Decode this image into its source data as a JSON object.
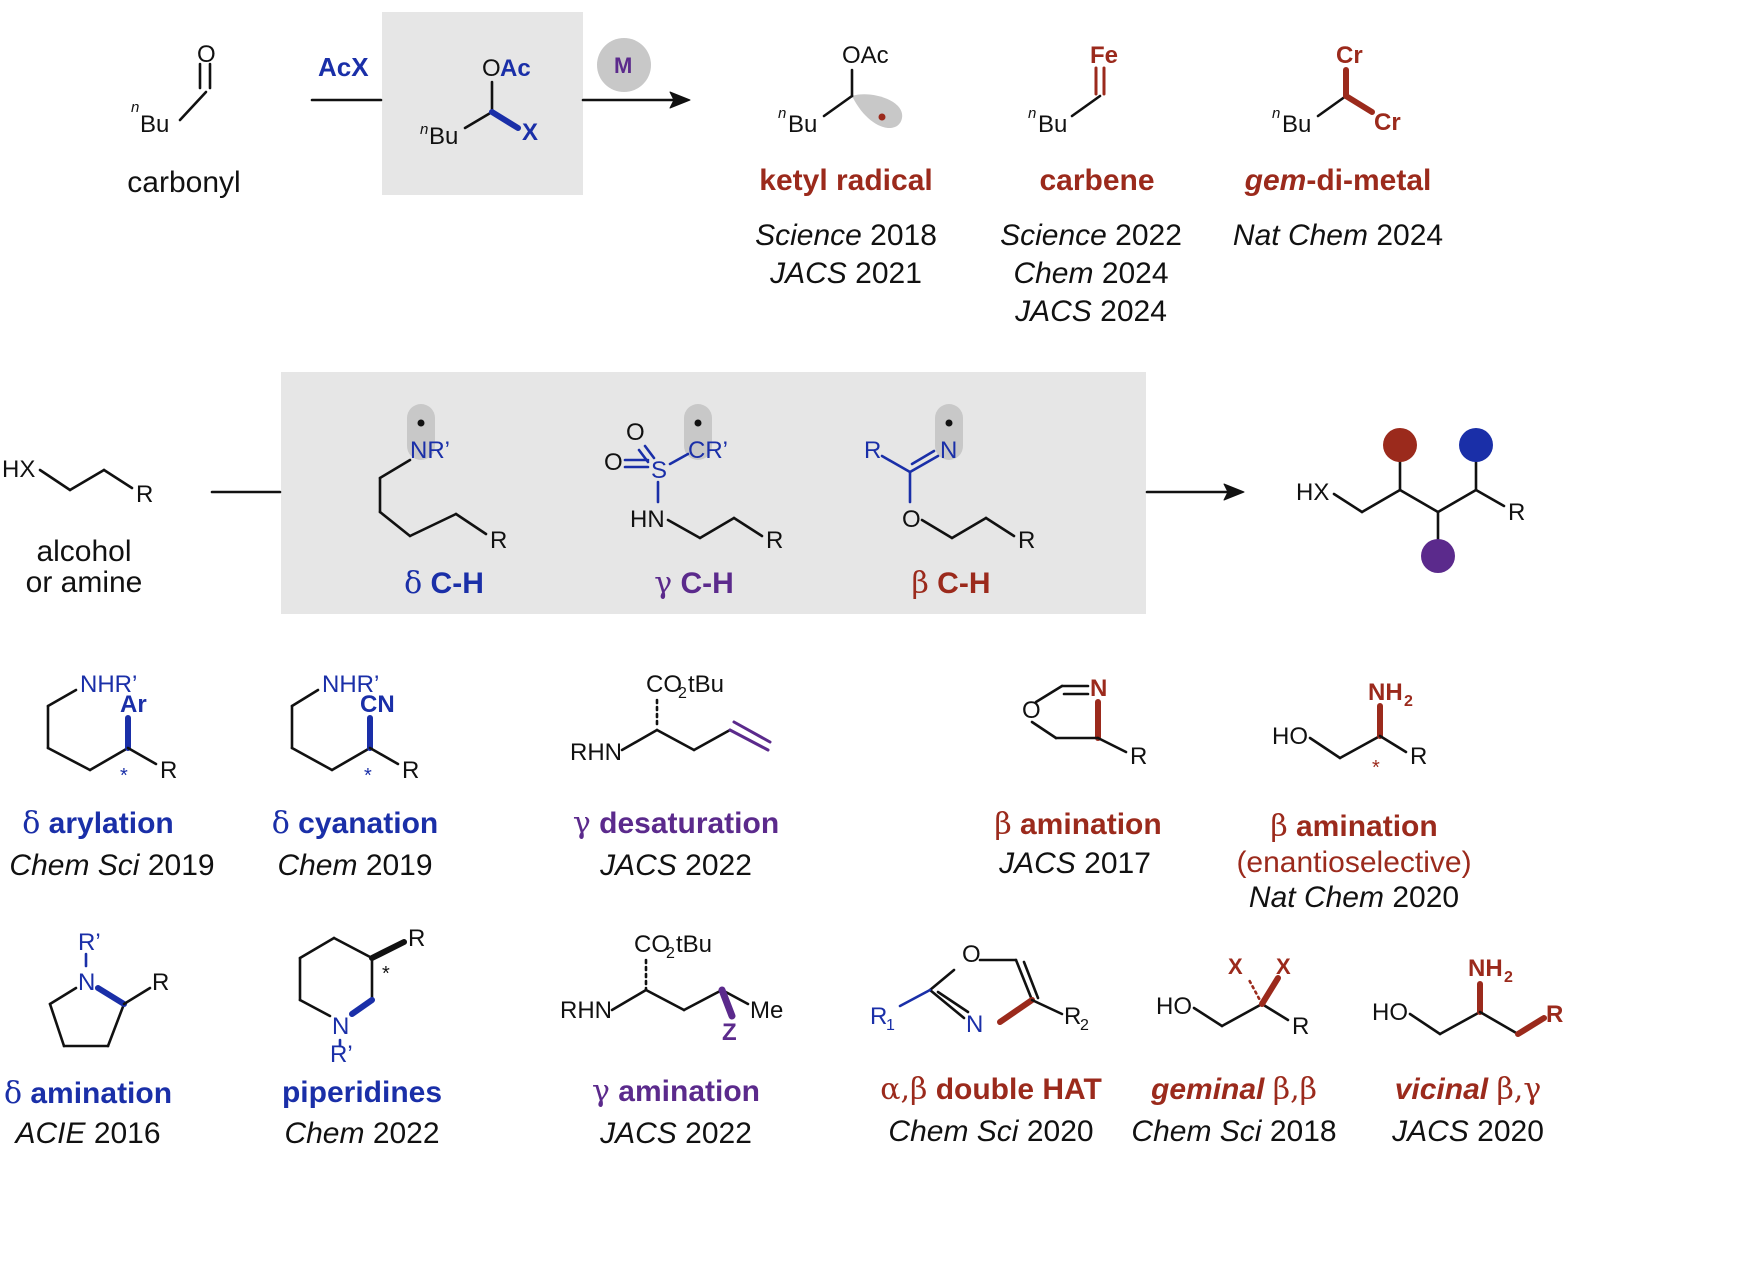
{
  "colors": {
    "blue": "#1a2fa8",
    "red": "#9b2a1c",
    "purple": "#5b2a8c",
    "box": "#e6e6e6",
    "lobe": "#c8c8c8"
  },
  "top": {
    "carbonyl_label": "carbonyl",
    "reagent": "AcX",
    "metal": "M",
    "products": [
      {
        "name": "ketyl radical",
        "refs": [
          {
            "journal": "Science",
            "year": "2018"
          },
          {
            "journal": "JACS",
            "year": "2021"
          }
        ]
      },
      {
        "name": "carbene",
        "refs": [
          {
            "journal": "Science",
            "year": "2022"
          },
          {
            "journal": "Chem",
            "year": "2024"
          },
          {
            "journal": "JACS",
            "year": "2024"
          }
        ]
      },
      {
        "name_italic": "gem",
        "name_rest": "-di-metal",
        "refs": [
          {
            "journal": "Nat Chem",
            "year": "2024"
          }
        ]
      }
    ]
  },
  "middle": {
    "substrate_label_line1": "alcohol",
    "substrate_label_line2": "or amine",
    "positions": [
      {
        "greek": "δ",
        "text": "C-H"
      },
      {
        "greek": "γ",
        "text": "C-H"
      },
      {
        "greek": "β",
        "text": "C-H"
      }
    ]
  },
  "row3": [
    {
      "greek": "δ",
      "title": "arylation",
      "journal": "Chem Sci",
      "year": "2019"
    },
    {
      "greek": "δ",
      "title": "cyanation",
      "journal": "Chem",
      "year": "2019"
    },
    {
      "greek": "γ",
      "title": "desaturation",
      "journal": "JACS",
      "year": "2022"
    },
    {
      "greek": "β",
      "title": "amination",
      "journal": "JACS",
      "year": "2017"
    },
    {
      "greek": "β",
      "title": "amination",
      "subtitle": "(enantioselective)",
      "journal": "Nat Chem",
      "year": "2020"
    }
  ],
  "row4": [
    {
      "greek": "δ",
      "title": "amination",
      "journal": "ACIE",
      "year": "2016"
    },
    {
      "title": "piperidines",
      "journal": "Chem",
      "year": "2022"
    },
    {
      "greek": "γ",
      "title": "amination",
      "journal": "JACS",
      "year": "2022"
    },
    {
      "greek": "α,β",
      "title": "double HAT",
      "journal": "Chem Sci",
      "year": "2020"
    },
    {
      "title_italic": "geminal",
      "greek": "β,β",
      "journal": "Chem Sci",
      "year": "2018"
    },
    {
      "title_italic": "vicinal",
      "greek": "β,γ",
      "journal": "JACS",
      "year": "2020"
    }
  ],
  "structure_text": {
    "O": "O",
    "nBu_sup": "n",
    "Bu": "Bu",
    "OAc": "OAc",
    "X": "X",
    "Fe": "Fe",
    "Cr": "Cr",
    "HX": "HX",
    "R": "R",
    "NR_prime": "NR’",
    "CR_prime": "CR’",
    "S": "S",
    "HN": "HN",
    "N": "N",
    "NHR_prime": "NHR’",
    "Ar": "Ar",
    "CN": "CN",
    "star": "*",
    "CO2tBu_a": "CO",
    "CO2tBu_sub": "2",
    "CO2tBu_b": "tBu",
    "RHN": "RHN",
    "NH": "NH",
    "NH_sub": "2",
    "HO": "HO",
    "R_prime": "R’",
    "Me": "Me",
    "Z": "Z",
    "R1": "R",
    "R1_sub": "1",
    "R2": "R",
    "R2_sub": "2"
  }
}
